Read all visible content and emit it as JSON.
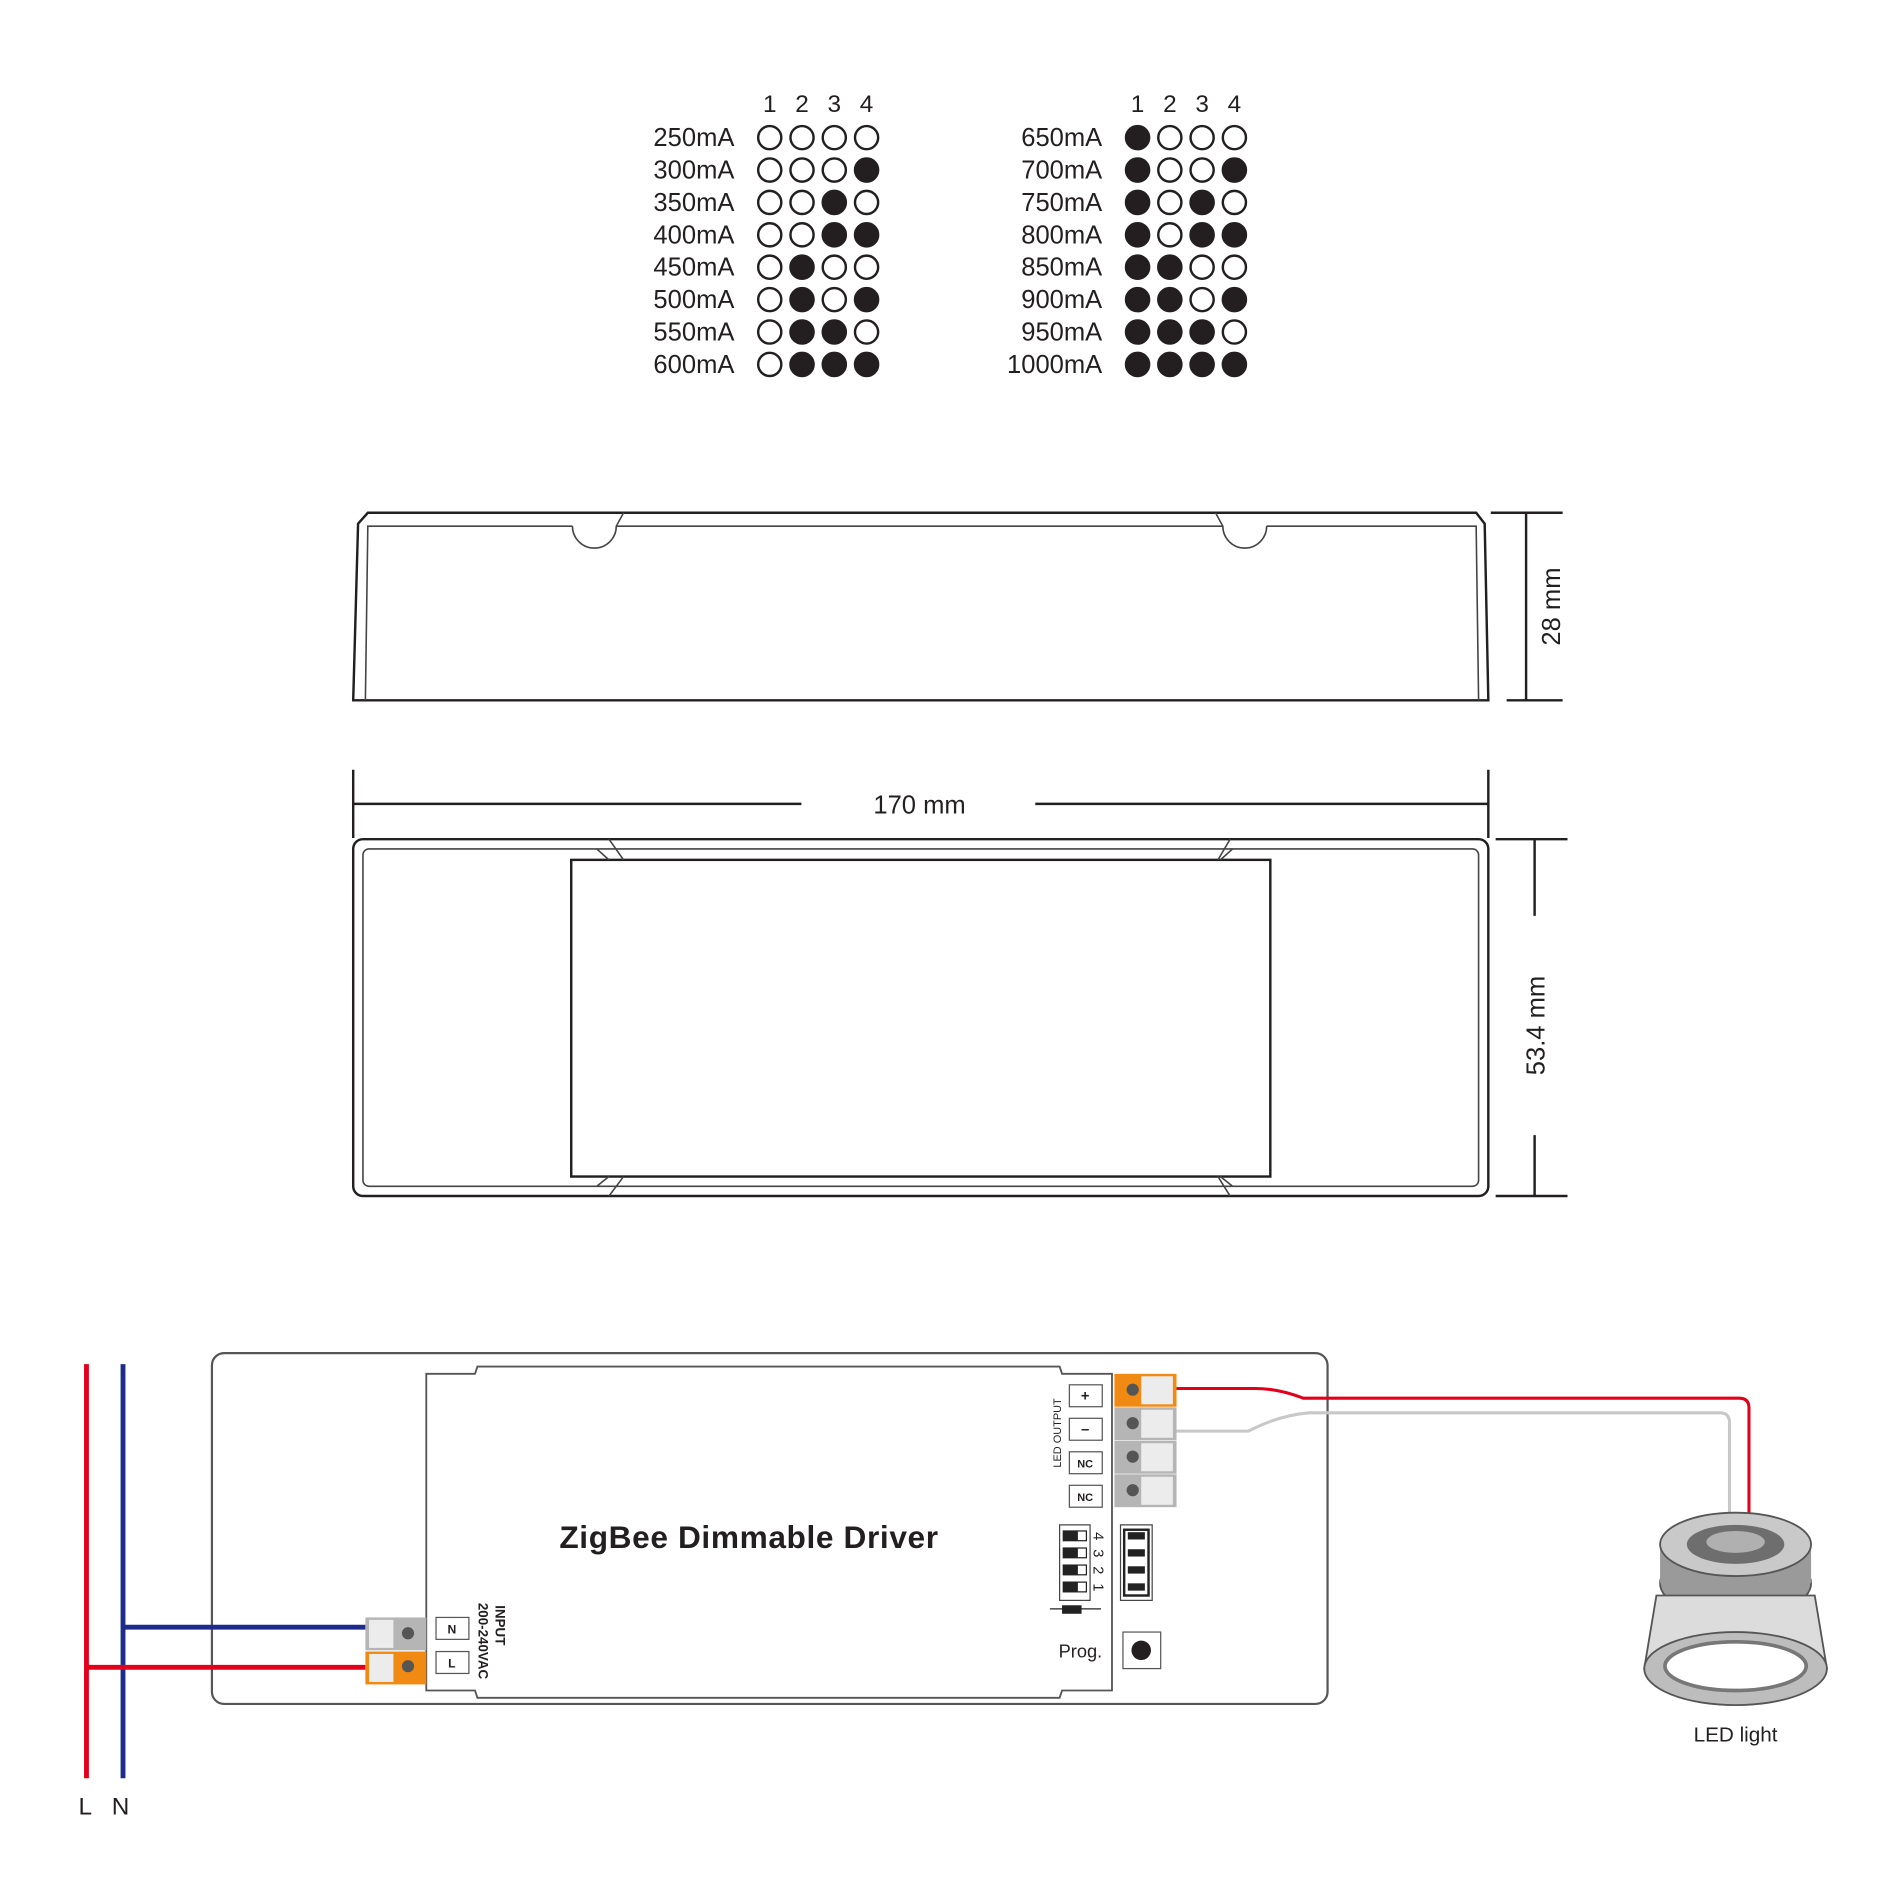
{
  "dip_table": {
    "column_headers": [
      "1",
      "2",
      "3",
      "4"
    ],
    "left": [
      {
        "current": "250mA",
        "switches": [
          0,
          0,
          0,
          0
        ]
      },
      {
        "current": "300mA",
        "switches": [
          0,
          0,
          0,
          1
        ]
      },
      {
        "current": "350mA",
        "switches": [
          0,
          0,
          1,
          0
        ]
      },
      {
        "current": "400mA",
        "switches": [
          0,
          0,
          1,
          1
        ]
      },
      {
        "current": "450mA",
        "switches": [
          0,
          1,
          0,
          0
        ]
      },
      {
        "current": "500mA",
        "switches": [
          0,
          1,
          0,
          1
        ]
      },
      {
        "current": "550mA",
        "switches": [
          0,
          1,
          1,
          0
        ]
      },
      {
        "current": "600mA",
        "switches": [
          0,
          1,
          1,
          1
        ]
      }
    ],
    "right": [
      {
        "current": "650mA",
        "switches": [
          1,
          0,
          0,
          0
        ]
      },
      {
        "current": "700mA",
        "switches": [
          1,
          0,
          0,
          1
        ]
      },
      {
        "current": "750mA",
        "switches": [
          1,
          0,
          1,
          0
        ]
      },
      {
        "current": "800mA",
        "switches": [
          1,
          0,
          1,
          1
        ]
      },
      {
        "current": "850mA",
        "switches": [
          1,
          1,
          0,
          0
        ]
      },
      {
        "current": "900mA",
        "switches": [
          1,
          1,
          0,
          1
        ]
      },
      {
        "current": "950mA",
        "switches": [
          1,
          1,
          1,
          0
        ]
      },
      {
        "current": "1000mA",
        "switches": [
          1,
          1,
          1,
          1
        ]
      }
    ]
  },
  "dimensions": {
    "height": "28 mm",
    "length": "170 mm",
    "width": "53.4 mm"
  },
  "wiring": {
    "title": "ZigBee Dimmable Driver",
    "input_label": "INPUT",
    "input_voltage": "200-240VAC",
    "input_terminals": [
      "N",
      "L"
    ],
    "output_label": "LED OUTPUT",
    "output_terminals": [
      "+",
      "–",
      "NC",
      "NC"
    ],
    "dip_numbers": [
      "4",
      "3",
      "2",
      "1"
    ],
    "prog_label": "Prog.",
    "load_label": "LED light",
    "mains_labels": [
      "L",
      "N"
    ]
  },
  "colors": {
    "live": "#e3001b",
    "neutral": "#1d2c8c",
    "terminal_orange": "#f08a12",
    "terminal_grey": "#b5b5b5",
    "wire_grey": "#c8c8c8"
  }
}
